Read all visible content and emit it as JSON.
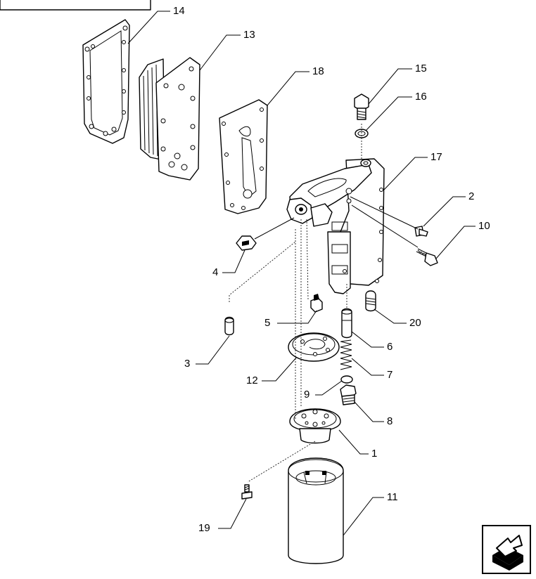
{
  "diagram": {
    "callouts": [
      {
        "id": "14",
        "label": "14"
      },
      {
        "id": "13",
        "label": "13"
      },
      {
        "id": "18",
        "label": "18"
      },
      {
        "id": "15",
        "label": "15"
      },
      {
        "id": "16",
        "label": "16"
      },
      {
        "id": "17",
        "label": "17"
      },
      {
        "id": "2",
        "label": "2"
      },
      {
        "id": "10",
        "label": "10"
      },
      {
        "id": "4",
        "label": "4"
      },
      {
        "id": "5",
        "label": "5"
      },
      {
        "id": "20",
        "label": "20"
      },
      {
        "id": "3",
        "label": "3"
      },
      {
        "id": "6",
        "label": "6"
      },
      {
        "id": "12",
        "label": "12"
      },
      {
        "id": "7",
        "label": "7"
      },
      {
        "id": "9",
        "label": "9"
      },
      {
        "id": "8",
        "label": "8"
      },
      {
        "id": "1",
        "label": "1"
      },
      {
        "id": "11",
        "label": "11"
      },
      {
        "id": "19",
        "label": "19"
      }
    ]
  },
  "nav": {
    "icon": "arrow-navigation-icon"
  }
}
